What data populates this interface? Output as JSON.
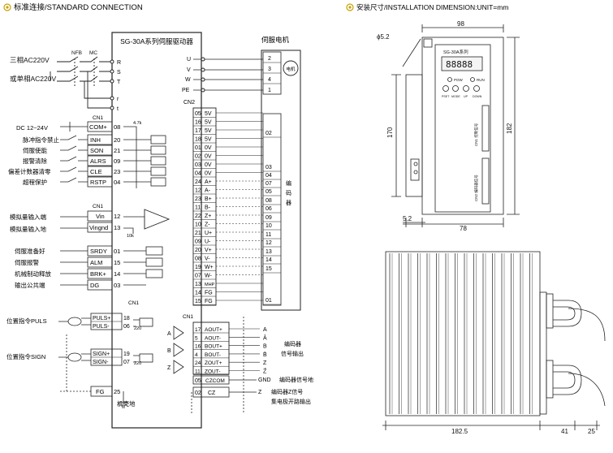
{
  "headers": {
    "left": "标准连接/STANDARD CONNECTION",
    "right": "安装尺寸/INSTALLATION DIMENSION:UNIT=mm"
  },
  "driver": {
    "title": "SG-30A系列伺服驱动器",
    "model_label": "SG-30A系列",
    "display": "88888",
    "led_pow": "POW",
    "led_run": "RUN"
  },
  "motor": {
    "title": "伺服电机",
    "symbol": "电机"
  },
  "power": {
    "three_phase": "三相AC220V",
    "single_phase": "或单相AC220V",
    "nfb": "NFB",
    "mc": "MC",
    "terminals": [
      "R",
      "S",
      "T",
      "r",
      "t"
    ]
  },
  "motor_terminals": [
    {
      "pin": "U",
      "num": "2"
    },
    {
      "pin": "V",
      "num": "3"
    },
    {
      "pin": "W",
      "num": "4"
    },
    {
      "pin": "PE",
      "num": "1"
    }
  ],
  "cn_labels": {
    "cn1": "CN1",
    "cn2": "CN2"
  },
  "inputs": {
    "dc": "DC 12~24V",
    "com": "COM+",
    "com_pin": "08",
    "r": "4.7k",
    "items": [
      {
        "text": "脉冲指令禁止",
        "sig": "INH",
        "pin": "20"
      },
      {
        "text": "伺服使能",
        "sig": "SON",
        "pin": "21"
      },
      {
        "text": "报警清除",
        "sig": "ALRS",
        "pin": "09"
      },
      {
        "text": "偏差计数器清零",
        "sig": "CLE",
        "pin": "23"
      },
      {
        "text": "超程保护",
        "sig": "RSTP",
        "pin": "04"
      }
    ]
  },
  "analog": {
    "in_text": "模拟量输入端",
    "gnd_text": "模拟量输入地",
    "vin": "Vin",
    "vin_pin": "12",
    "vingnd": "Vingnd",
    "vingnd_pin": "13",
    "r": "10k"
  },
  "outputs": [
    {
      "text": "伺服准备好",
      "sig": "SRDY",
      "pin": "01"
    },
    {
      "text": "伺服报警",
      "sig": "ALM",
      "pin": "15"
    },
    {
      "text": "机械制动释放",
      "sig": "BRK+",
      "pin": "14"
    },
    {
      "text": "输出公共端",
      "sig": "DG",
      "pin": "03"
    }
  ],
  "pulse": {
    "puls_text": "位置指令PULS",
    "sign_text": "位置指令SIGN",
    "pins": [
      {
        "sig": "PULS+",
        "pin": "18"
      },
      {
        "sig": "PULS-",
        "pin": "06"
      },
      {
        "sig": "SIGN+",
        "pin": "19"
      },
      {
        "sig": "SIGN-",
        "pin": "07"
      }
    ],
    "r": "220",
    "fg": "FG",
    "fg_pin": "25",
    "shell": "机壳地"
  },
  "cn2_pins": [
    {
      "pin": "05",
      "sig": "5V"
    },
    {
      "pin": "16",
      "sig": "5V"
    },
    {
      "pin": "17",
      "sig": "5V"
    },
    {
      "pin": "18",
      "sig": "5V"
    },
    {
      "pin": "01",
      "sig": "0V"
    },
    {
      "pin": "02",
      "sig": "0V"
    },
    {
      "pin": "03",
      "sig": "0V"
    },
    {
      "pin": "04",
      "sig": "0V"
    },
    {
      "pin": "24",
      "sig": "A+"
    },
    {
      "pin": "12",
      "sig": "A-"
    },
    {
      "pin": "23",
      "sig": "B+"
    },
    {
      "pin": "11",
      "sig": "B-"
    },
    {
      "pin": "22",
      "sig": "Z+"
    },
    {
      "pin": "10",
      "sig": "Z-"
    },
    {
      "pin": "21",
      "sig": "U+"
    },
    {
      "pin": "09",
      "sig": "U-"
    },
    {
      "pin": "20",
      "sig": "V+"
    },
    {
      "pin": "08",
      "sig": "V-"
    },
    {
      "pin": "19",
      "sig": "W+"
    },
    {
      "pin": "07",
      "sig": "W-"
    },
    {
      "pin": "13",
      "sig": "MHP"
    },
    {
      "pin": "14",
      "sig": "FG"
    },
    {
      "pin": "15",
      "sig": "FG"
    }
  ],
  "encoder": {
    "title": "编码器",
    "pins": [
      "02",
      "03",
      "04",
      "07",
      "05",
      "08",
      "06",
      "09",
      "10",
      "11",
      "12",
      "13",
      "14",
      "15",
      "01"
    ]
  },
  "cn1_out": {
    "pins": [
      {
        "pin": "17",
        "sig": "AOUT+",
        "out": "A"
      },
      {
        "pin": "5",
        "sig": "AOUT-",
        "out": "Ā"
      },
      {
        "pin": "16",
        "sig": "BOUT+",
        "out": "B"
      },
      {
        "pin": "4",
        "sig": "BOUT-",
        "out": "B̄"
      },
      {
        "pin": "24",
        "sig": "ZOUT+",
        "out": "Z"
      },
      {
        "pin": "11",
        "sig": "ZOUT-",
        "out": "Z̄"
      }
    ],
    "czcom_pin": "05",
    "czcom": "CZCOM",
    "gnd": "GND",
    "cz_pin": "02",
    "cz": "CZ",
    "z": "Z",
    "abz": [
      "A",
      "B",
      "Z"
    ],
    "enc_out1": "编码器",
    "enc_out2": "信号输出",
    "enc_gnd": "编码器信号地",
    "encz1": "编码器Z信号",
    "encz2": "集电极开路输出"
  },
  "dimensions": {
    "hole": "ϕ5.2",
    "width_top": "98",
    "height_170": "170",
    "height_182": "182",
    "d_5_2": "5.2",
    "d_78": "78",
    "side_182_5": "182.5",
    "side_41": "41",
    "side_25": "25"
  },
  "panel_labels": {
    "cn1_panel": "CN1 控制信号",
    "cn2_panel": "CN2 编码器信号",
    "key_labels": [
      "PSET",
      "MODE",
      "UP",
      "DOWN"
    ]
  }
}
